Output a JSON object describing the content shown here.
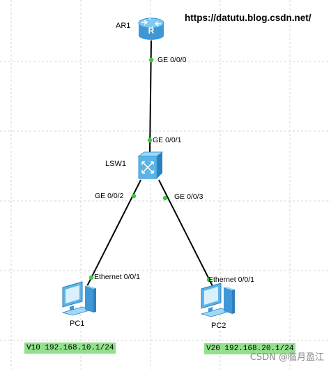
{
  "watermark_url": "https://datutu.blog.csdn.net/",
  "devices": {
    "router": {
      "name": "AR1",
      "type": "router-icon"
    },
    "switch": {
      "name": "LSW1",
      "type": "switch-icon"
    },
    "pc1": {
      "name": "PC1",
      "type": "pc-icon"
    },
    "pc2": {
      "name": "PC2",
      "type": "pc-icon"
    }
  },
  "ports": {
    "ar1_ge000": "GE 0/0/0",
    "lsw1_ge001": "GE 0/0/1",
    "lsw1_ge002": "GE 0/0/2",
    "lsw1_ge003": "GE 0/0/3",
    "pc1_eth": "Ethernet 0/0/1",
    "pc2_eth": "Ethernet 0/0/1"
  },
  "vlan_notes": {
    "pc1": "V10 192.168.10.1/24",
    "pc2": "V20 192.168.20.1/24"
  },
  "footer_watermark": "CSDN @临月盈江",
  "colors": {
    "link_dot": "#3cc83c",
    "vlan_bg": "#92e08c",
    "device_blue": "#5ab4e6"
  }
}
